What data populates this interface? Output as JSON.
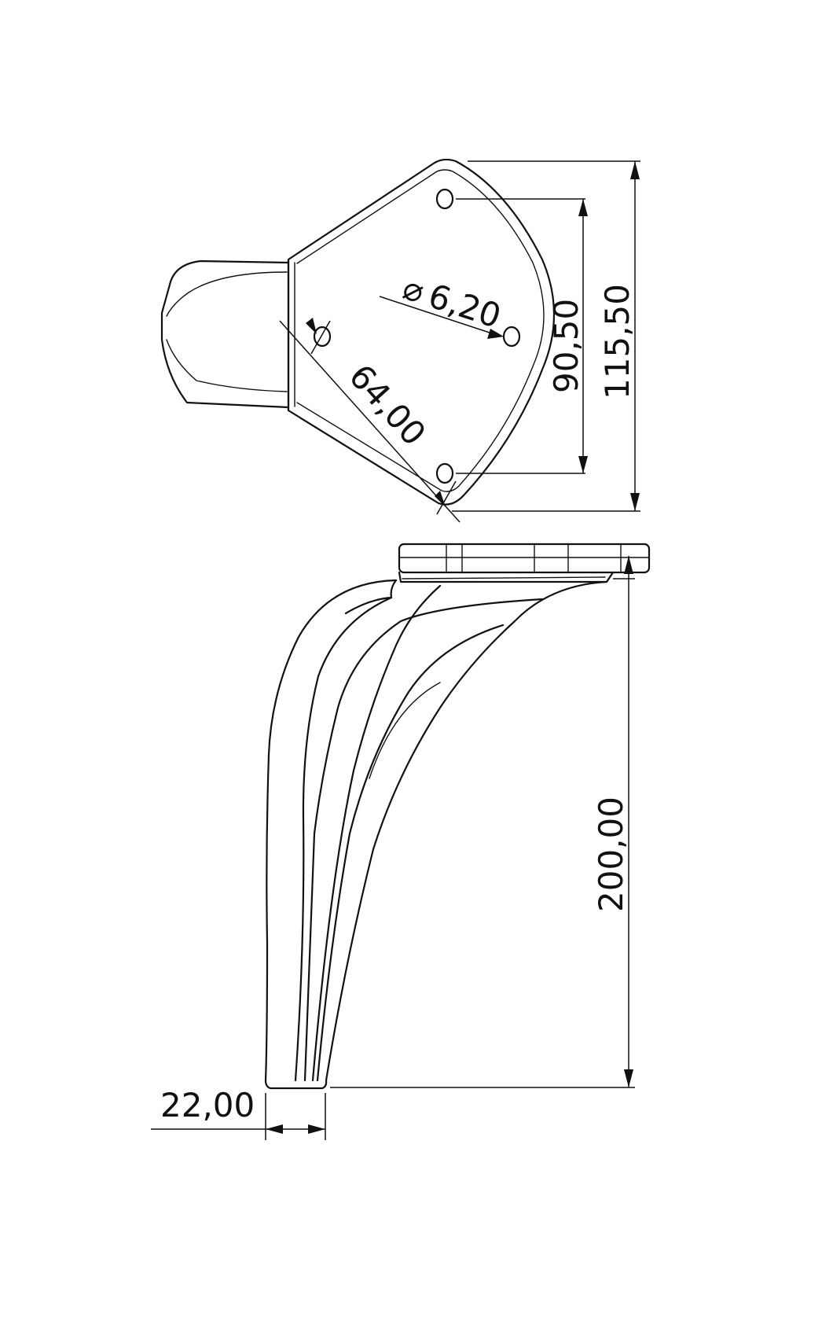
{
  "drawing": {
    "dimensions": {
      "hole_diameter": "6,20",
      "hole_spacing_diagonal": "64,00",
      "hole_spacing_vertical": "90,50",
      "plate_height": "115,50",
      "leg_height": "200,00",
      "foot_width": "22,00"
    },
    "diameter_symbol": "⌀"
  }
}
